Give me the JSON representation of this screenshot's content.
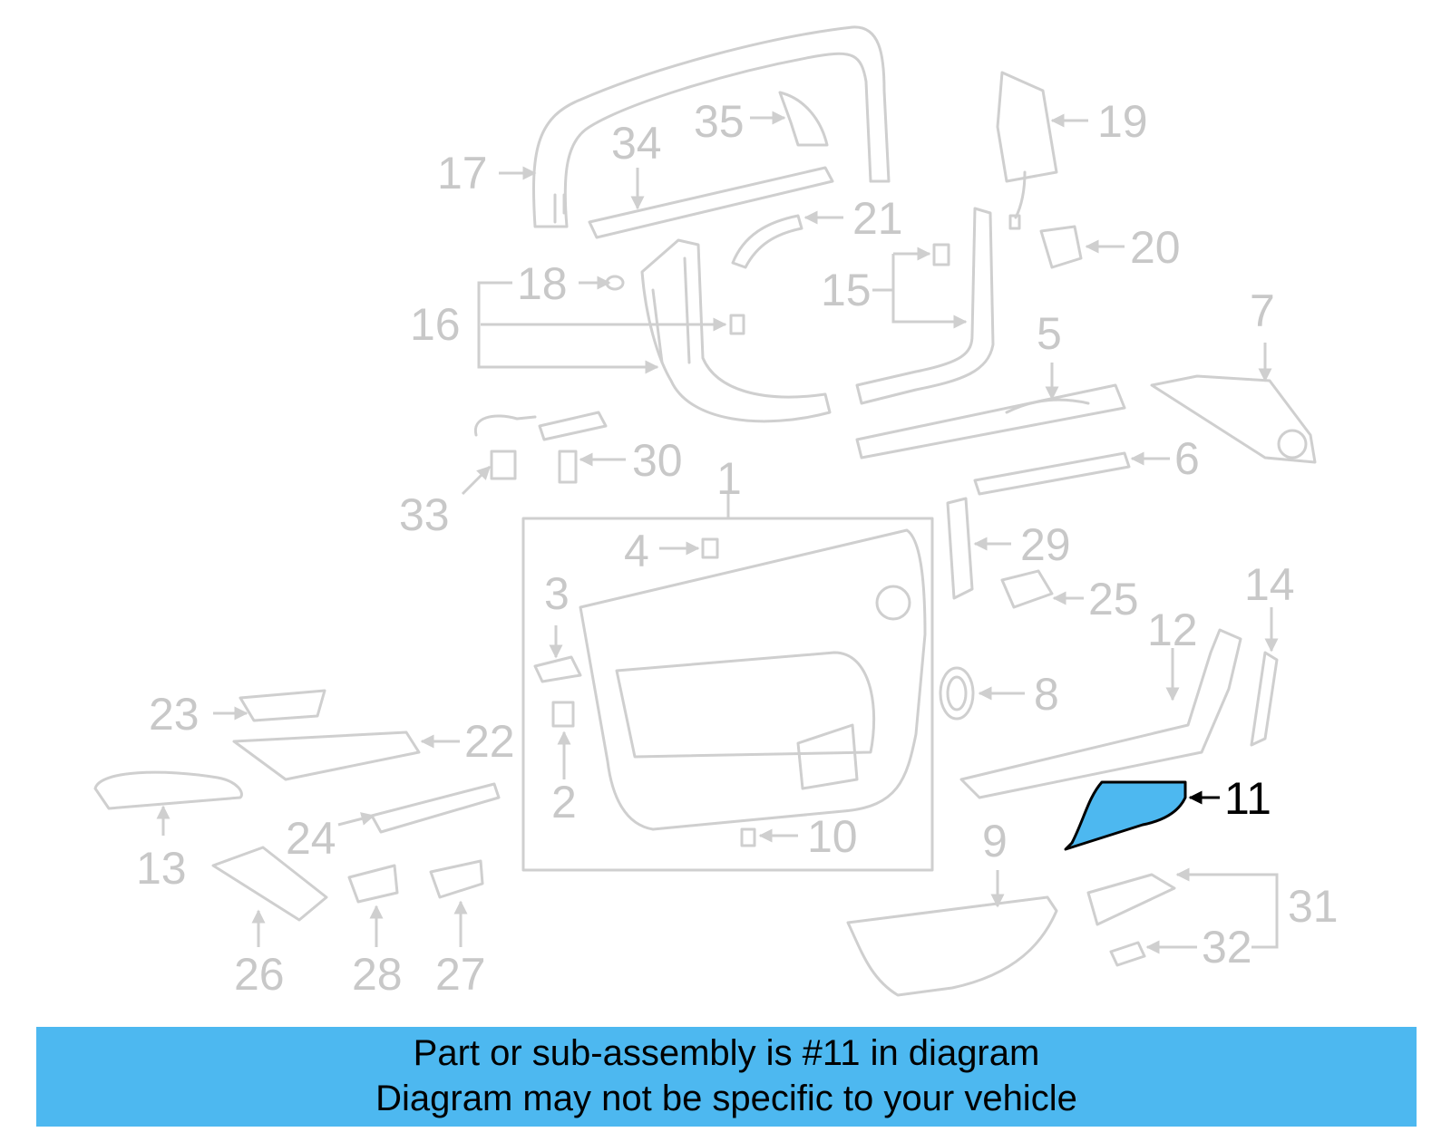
{
  "callouts": [
    "1",
    "2",
    "3",
    "4",
    "5",
    "6",
    "7",
    "8",
    "9",
    "10",
    "11",
    "12",
    "13",
    "14",
    "15",
    "16",
    "17",
    "18",
    "19",
    "20",
    "21",
    "22",
    "23",
    "24",
    "25",
    "26",
    "27",
    "28",
    "29",
    "30",
    "31",
    "32",
    "33",
    "34",
    "35"
  ],
  "highlighted_callout": "11",
  "colors": {
    "highlight": "#4db8f0",
    "banner": "#4db8f0",
    "part_line": "#cfcfcf",
    "callout_text": "#c8c8c8"
  },
  "banner": {
    "line1": "Part or sub-assembly is #11 in diagram",
    "line2": "Diagram may not be specific to your vehicle"
  }
}
